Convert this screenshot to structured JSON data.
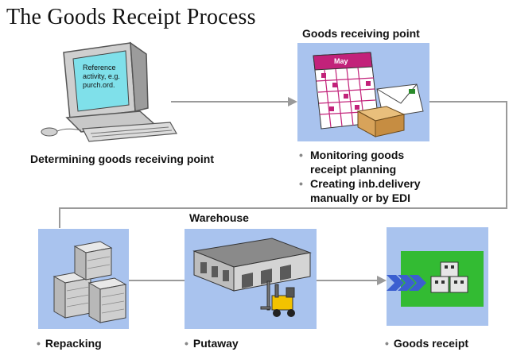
{
  "title": "The Goods Receipt Process",
  "computer": {
    "screen_text": [
      "Reference",
      "activity, e.g.",
      "purch.ord."
    ]
  },
  "labels": {
    "determining": "Determining goods receiving point",
    "receiving_point": "Goods receiving point",
    "warehouse": "Warehouse"
  },
  "receiving_bullets": [
    {
      "bullet": "•",
      "lines": [
        "Monitoring goods",
        "receipt planning"
      ]
    },
    {
      "bullet": "•",
      "lines": [
        "Creating inb.delivery",
        "manually or by EDI"
      ]
    }
  ],
  "calendar": {
    "month": "May"
  },
  "steps": [
    {
      "bullet": "•",
      "label": "Repacking"
    },
    {
      "bullet": "•",
      "label": "Putaway"
    },
    {
      "bullet": "•",
      "label": "Goods receipt"
    }
  ],
  "colors": {
    "panel": "#a9c3ee",
    "arrow": "#9a9a9a",
    "calendar": "#c2227a",
    "goods_box": "#33bb33"
  }
}
